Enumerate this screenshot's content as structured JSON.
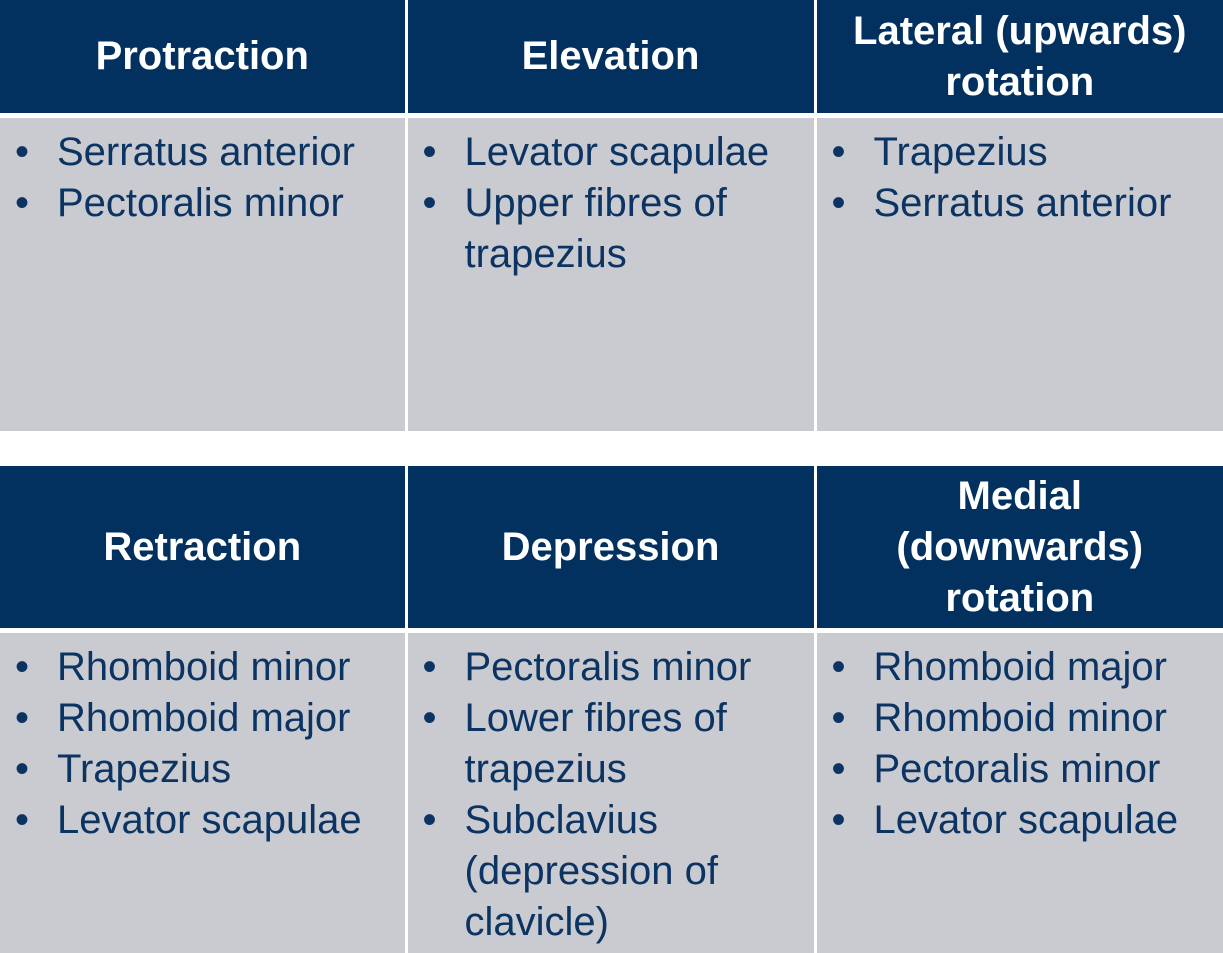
{
  "tables": [
    {
      "columns": [
        {
          "header": [
            "Protraction"
          ],
          "muscles": [
            [
              "Serratus anterior"
            ],
            [
              "Pectoralis minor"
            ]
          ]
        },
        {
          "header": [
            "Elevation"
          ],
          "muscles": [
            [
              "Levator scapulae"
            ],
            [
              "Upper fibres of",
              "trapezius"
            ]
          ]
        },
        {
          "header": [
            "Lateral (upwards)",
            "rotation"
          ],
          "muscles": [
            [
              "Trapezius"
            ],
            [
              "Serratus anterior"
            ]
          ]
        }
      ]
    },
    {
      "columns": [
        {
          "header": [
            "Retraction"
          ],
          "muscles": [
            [
              "Rhomboid minor"
            ],
            [
              "Rhomboid major"
            ],
            [
              "Trapezius"
            ],
            [
              "Levator scapulae"
            ]
          ]
        },
        {
          "header": [
            "Depression"
          ],
          "muscles": [
            [
              "Pectoralis minor"
            ],
            [
              "Lower fibres of",
              "trapezius"
            ],
            [
              "Subclavius",
              "(depression of",
              "clavicle)"
            ]
          ]
        },
        {
          "header": [
            "Medial",
            "(downwards)",
            "rotation"
          ],
          "muscles": [
            [
              "Rhomboid major"
            ],
            [
              "Rhomboid minor"
            ],
            [
              "Pectoralis minor"
            ],
            [
              "Levator scapulae"
            ]
          ]
        }
      ]
    }
  ],
  "bullet_glyph": "•",
  "colors": {
    "header_bg": "#023160",
    "header_text": "#ffffff",
    "cell_bg": "#cacbd0",
    "cell_text": "#0c3463"
  }
}
